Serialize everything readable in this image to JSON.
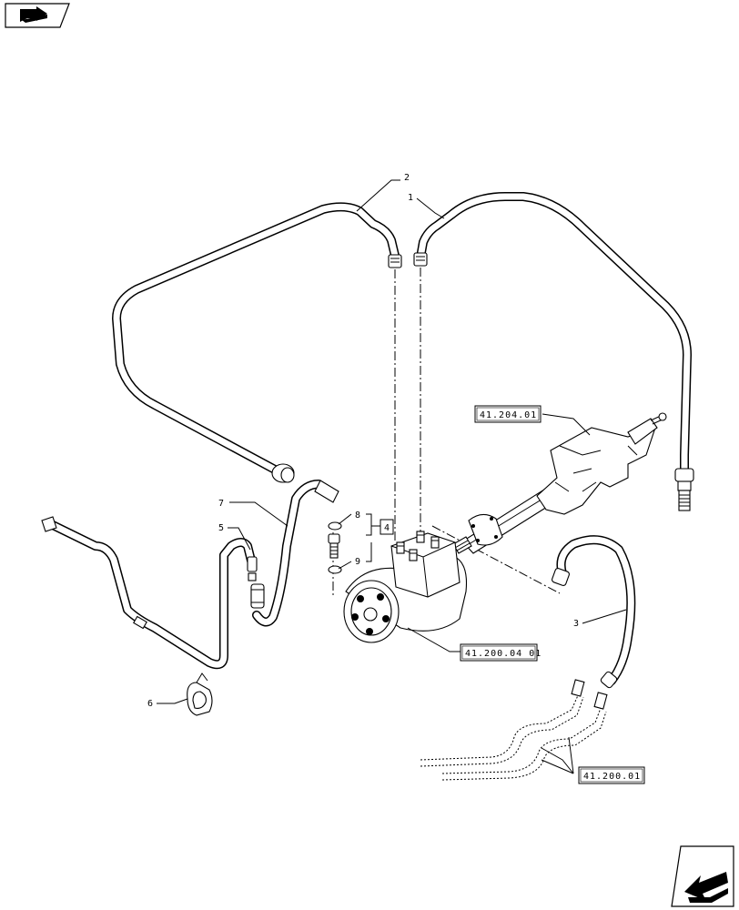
{
  "nav_icons": {
    "top_left": "book-arrow-icon",
    "bottom_right": "next-page-arrow-icon"
  },
  "callouts": [
    {
      "id": "c1",
      "label": "1"
    },
    {
      "id": "c2",
      "label": "2"
    },
    {
      "id": "c3",
      "label": "3"
    },
    {
      "id": "c4",
      "label": "4"
    },
    {
      "id": "c5",
      "label": "5"
    },
    {
      "id": "c6",
      "label": "6"
    },
    {
      "id": "c7",
      "label": "7"
    },
    {
      "id": "c8",
      "label": "8"
    },
    {
      "id": "c9",
      "label": "9"
    }
  ],
  "references": {
    "steering_column": "41.204.01",
    "steering_unit": "41.200.04 01",
    "hoses": "41.200.01"
  }
}
